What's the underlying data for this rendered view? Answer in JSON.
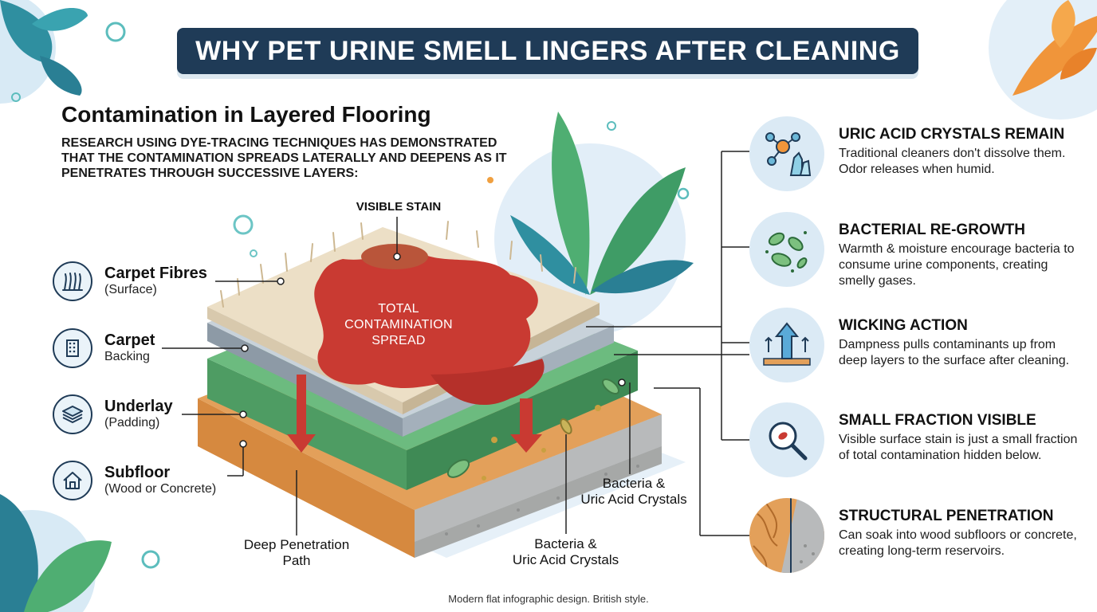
{
  "title": "WHY PET URINE SMELL LINGERS AFTER CLEANING",
  "section": {
    "title": "Contamination in Layered Flooring",
    "description": "RESEARCH USING DYE-TRACING TECHNIQUES HAS DEMONSTRATED THAT THE CONTAMINATION SPREADS LATERALLY AND DEEPENS AS IT PENETRATES THROUGH SUCCESSIVE LAYERS:"
  },
  "layers": [
    {
      "name": "Carpet Fibres",
      "sub": "(Surface)",
      "icon": "carpet-fibres-icon"
    },
    {
      "name": "Carpet",
      "sub": "Backing",
      "icon": "carpet-backing-icon"
    },
    {
      "name": "Underlay",
      "sub": "(Padding)",
      "icon": "layers-icon"
    },
    {
      "name": "Subfloor",
      "sub": "(Wood or Concrete)",
      "icon": "house-icon"
    }
  ],
  "diagram": {
    "visible_stain": "VISIBLE STAIN",
    "total_spread": [
      "TOTAL",
      "CONTAMINATION",
      "SPREAD"
    ],
    "deep_path": [
      "Deep Penetration",
      "Path"
    ],
    "bacteria_1": [
      "Bacteria &",
      "Uric Acid Crystals"
    ],
    "bacteria_2": [
      "Bacteria &",
      "Uric Acid Crystals"
    ]
  },
  "facts": [
    {
      "heading": "URIC ACID CRYSTALS REMAIN",
      "body": "Traditional cleaners don't dissolve them. Odor releases when humid.",
      "icon": "crystals-icon"
    },
    {
      "heading": "BACTERIAL RE-GROWTH",
      "body": "Warmth & moisture encourage bacteria to consume urine components, creating smelly gases.",
      "icon": "bacteria-icon"
    },
    {
      "heading": "WICKING ACTION",
      "body": "Dampness pulls contaminants up from deep layers to the surface after cleaning.",
      "icon": "wicking-arrow-icon"
    },
    {
      "heading": "SMALL FRACTION VISIBLE",
      "body": "Visible surface stain is just a small fraction of total contamination hidden below.",
      "icon": "magnifier-icon"
    },
    {
      "heading": "STRUCTURAL PENETRATION",
      "body": "Can soak into wood subfloors or concrete, creating long-term reservoirs.",
      "icon": "wood-concrete-icon"
    }
  ],
  "footer": "Modern flat infographic design. British style.",
  "colors": {
    "title_bg": "#1f3b57",
    "stain": "#c93a32",
    "underlay": "#5fae73",
    "wood": "#d9924a",
    "concrete": "#a9abaa",
    "icon_circle": "#dbeaf5"
  }
}
